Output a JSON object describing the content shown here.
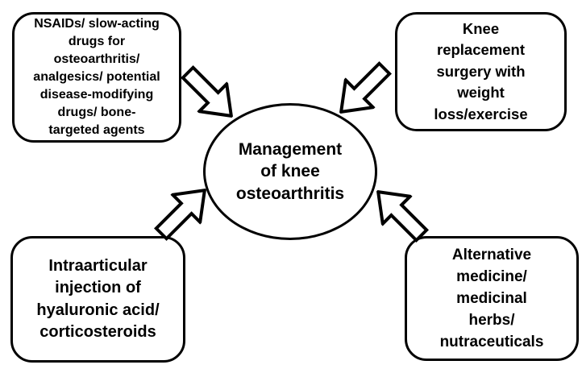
{
  "diagram": {
    "title": "Management of knee osteoarthritis",
    "colors": {
      "stroke": "#000000",
      "fill": "#ffffff",
      "text": "#000000"
    },
    "center_ellipse": {
      "label": "Management of knee osteoarthritis",
      "lines": [
        "Management",
        "of knee",
        "osteoarthritis"
      ]
    },
    "boxes": [
      {
        "position": "top-left",
        "label": "NSAIDs/ slow-acting drugs for osteoarthritis/ analgesics/ potential disease-modifying drugs/ bone-targeted agents",
        "lines": [
          "NSAIDs/ slow-acting",
          "drugs for",
          "osteoarthritis/",
          "analgesics/ potential",
          "disease-modifying",
          "drugs/ bone-",
          "targeted agents"
        ]
      },
      {
        "position": "top-right",
        "label": "Knee replacement surgery with weight loss/exercise",
        "lines": [
          "Knee",
          "replacement",
          "surgery with",
          "weight",
          "loss/exercise"
        ]
      },
      {
        "position": "bottom-left",
        "label": "Intraarticular injection of hyaluronic acid/ corticosteroids",
        "lines": [
          "Intraarticular",
          "injection of",
          "hyaluronic acid/",
          "corticosteroids"
        ]
      },
      {
        "position": "bottom-right",
        "label": "Alternative medicine/ medicinal herbs/ nutraceuticals",
        "lines": [
          "Alternative",
          "medicine/",
          "medicinal",
          "herbs/",
          "nutraceuticals"
        ]
      }
    ],
    "arrows": [
      {
        "direction": "southeast"
      },
      {
        "direction": "southwest"
      },
      {
        "direction": "northeast"
      },
      {
        "direction": "northwest"
      }
    ]
  }
}
